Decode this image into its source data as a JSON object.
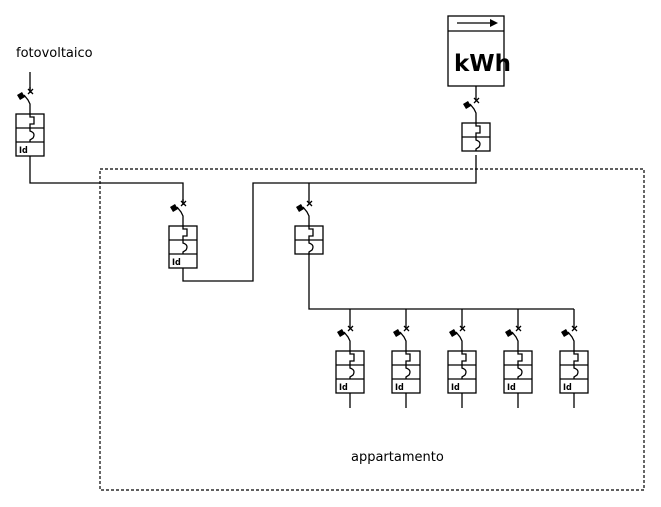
{
  "labels": {
    "fotovoltaico": "fotovoltaico",
    "appartamento": "appartamento",
    "meter": "kWh",
    "id_mark": "Id"
  },
  "components": {
    "pv_breaker": {
      "type": "differential-magnetothermic",
      "has_id": true
    },
    "meter": {
      "type": "energy-meter",
      "unit": "kWh"
    },
    "meter_breaker": {
      "type": "magnetothermic",
      "has_id": false
    },
    "main_pv_breaker": {
      "type": "differential-magnetothermic",
      "has_id": true
    },
    "main_breaker": {
      "type": "magnetothermic",
      "has_id": false
    },
    "branch_breakers": [
      {
        "type": "differential-magnetothermic",
        "has_id": true
      },
      {
        "type": "differential-magnetothermic",
        "has_id": true
      },
      {
        "type": "differential-magnetothermic",
        "has_id": true
      },
      {
        "type": "differential-magnetothermic",
        "has_id": true
      },
      {
        "type": "differential-magnetothermic",
        "has_id": true
      }
    ]
  },
  "colors": {
    "line": "#000000",
    "background": "#ffffff"
  }
}
